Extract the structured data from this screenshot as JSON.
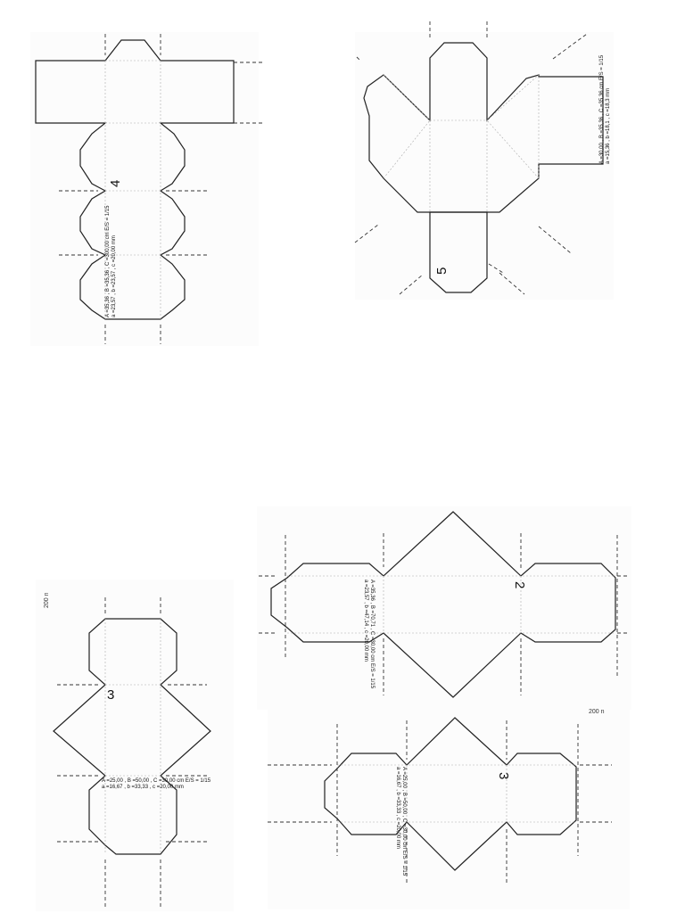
{
  "nets": [
    {
      "number": "4",
      "dims_line1": "A =35,36 , B =35,36 , C =300,00 cm E/S = 1/15",
      "dims_line2": "a =23,57 , b =23,57 , c =20,00 mm"
    },
    {
      "number": "5",
      "dims_line1": "A =30,00 , B =35,36 , C =35,36 cm E/S = 1/15",
      "dims_line2": "a =15,36 , b =18,1 , c =18,3 mm"
    },
    {
      "number": "3",
      "dims_line1": "A =25,00 , B =50,00 , C =30,00 cm E/S = 1/15",
      "dims_line2": "a =16,67 , b =33,33 , c =20,00 mm",
      "scale_note": "200 n"
    },
    {
      "number": "2",
      "dims_line1": "A =35,36 , B =70,71 , C =30,00 cm E/S = 1/15",
      "dims_line2": "a =23,57 , b =47,14 , c =20,00 mm"
    },
    {
      "number": "3",
      "dims_line1": "A =25,00 , B =50,00 , C =30,00 cm E/S = 1/15",
      "dims_line2": "a =16,67 , b =33,33 , c =20,00 mm",
      "scale_note": "200 n"
    }
  ]
}
